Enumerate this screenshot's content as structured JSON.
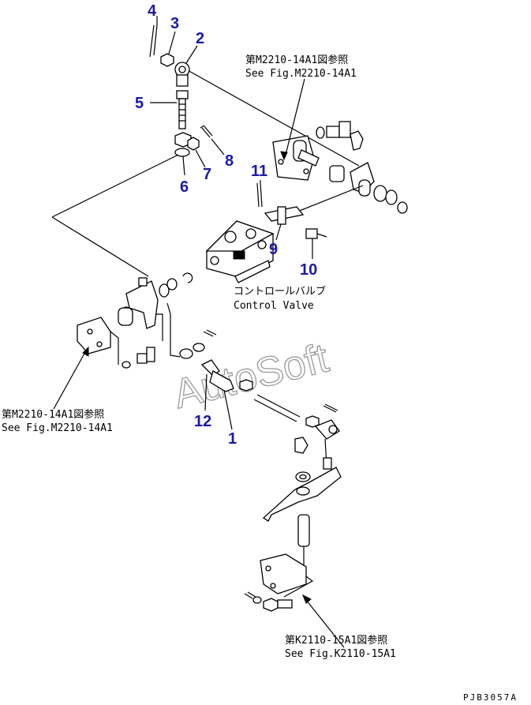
{
  "callouts": {
    "c1": "1",
    "c2": "2",
    "c3": "3",
    "c4": "4",
    "c5": "5",
    "c6": "6",
    "c7": "7",
    "c8": "8",
    "c9": "9",
    "c10": "10",
    "c11": "11",
    "c12": "12"
  },
  "references": {
    "top_jp": "第M2210-14A1図参照",
    "top_en": "See Fig.M2210-14A1",
    "left_jp": "第M2210-14A1図参照",
    "left_en": "See Fig.M2210-14A1",
    "bottom_jp": "第K2110-15A1図参照",
    "bottom_en": "See Fig.K2110-15A1"
  },
  "control_valve": {
    "jp": "コントロールバルブ",
    "en": "Control Valve"
  },
  "watermark": "AutoSoft",
  "drawing_code": "PJB3057A",
  "colors": {
    "callout": "#1a1aa6",
    "line": "#000000",
    "watermark": "#9a9a9a"
  }
}
